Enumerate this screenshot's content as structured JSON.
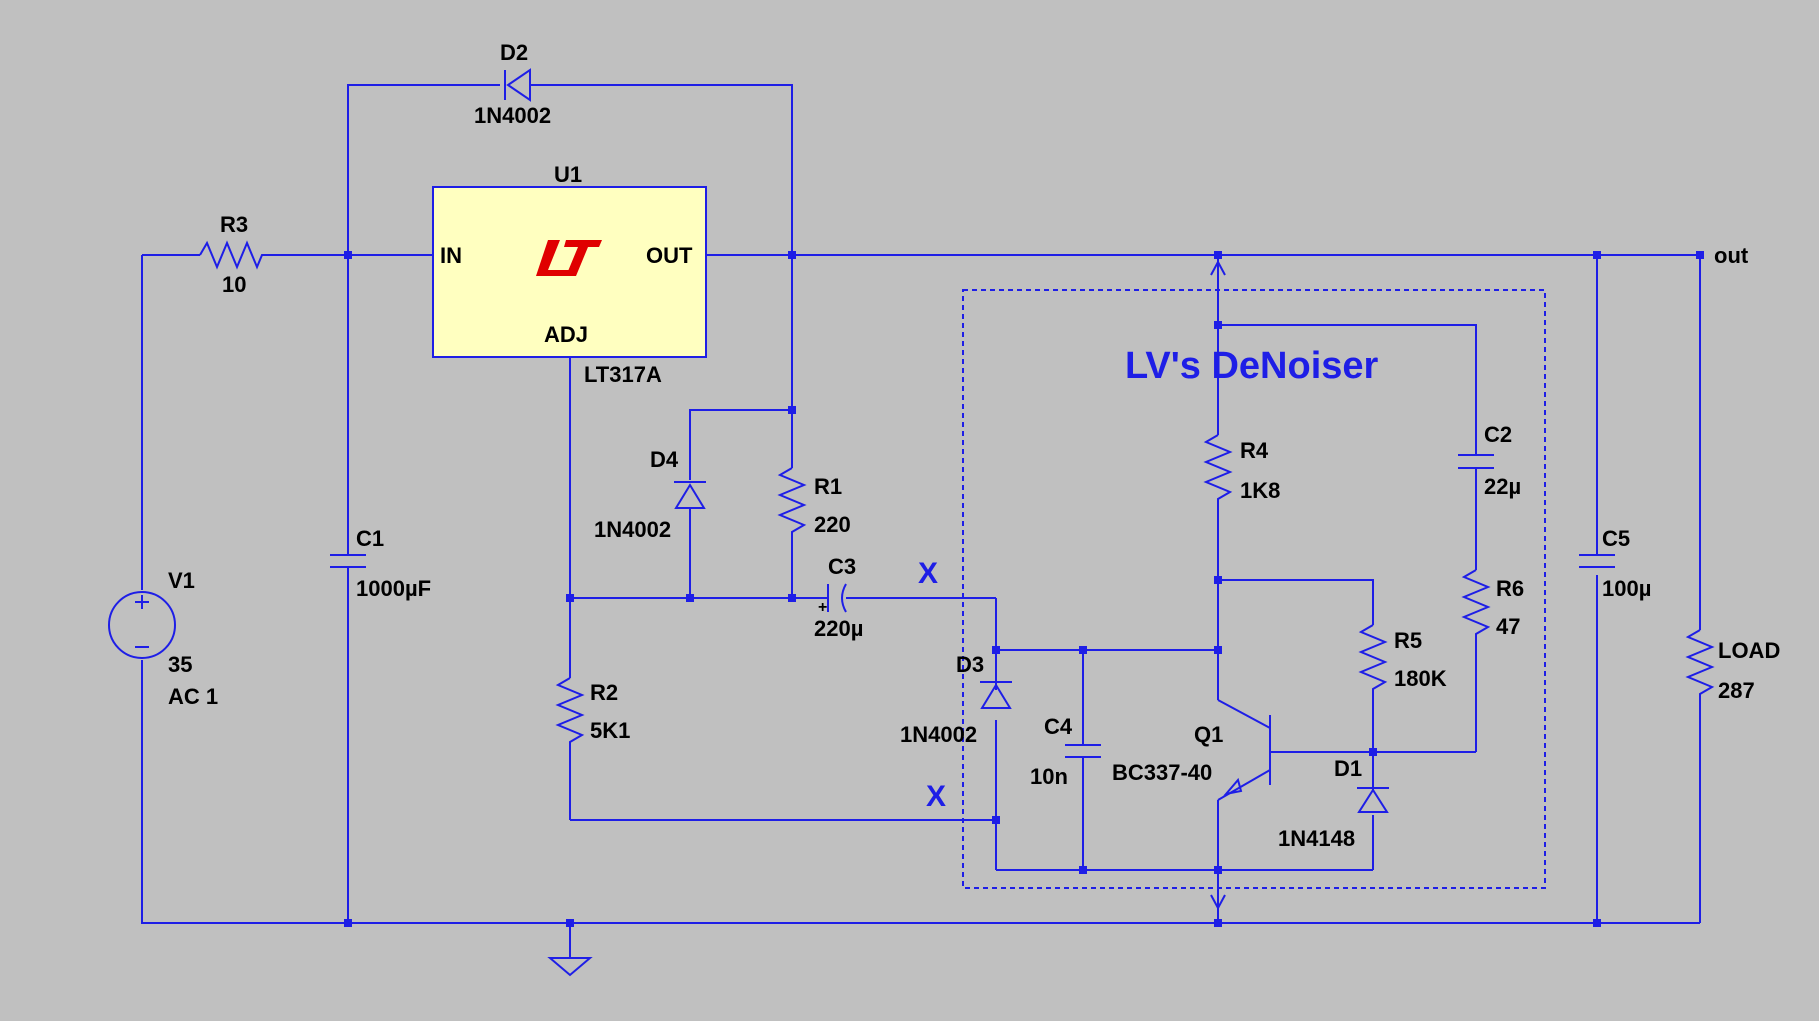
{
  "title": "LV's DeNoiser",
  "colors": {
    "background": "#c0c0c0",
    "wire": "#1e1ee6",
    "regulator_fill": "#ffffc0",
    "logo": "#e00000"
  },
  "components": {
    "d2": {
      "ref": "D2",
      "part": "1N4002"
    },
    "r3": {
      "ref": "R3",
      "value": "10"
    },
    "u1": {
      "ref": "U1",
      "part": "LT317A",
      "pin_in": "IN",
      "pin_out": "OUT",
      "pin_adj": "ADJ"
    },
    "v1": {
      "ref": "V1",
      "value": "35",
      "spec": "AC 1"
    },
    "c1": {
      "ref": "C1",
      "value": "1000µF"
    },
    "d4": {
      "ref": "D4",
      "part": "1N4002"
    },
    "r1": {
      "ref": "R1",
      "value": "220"
    },
    "c3": {
      "ref": "C3",
      "value": "220µ"
    },
    "r2": {
      "ref": "R2",
      "value": "5K1"
    },
    "d3": {
      "ref": "D3",
      "part": "1N4002"
    },
    "c4": {
      "ref": "C4",
      "value": "10n"
    },
    "r4": {
      "ref": "R4",
      "value": "1K8"
    },
    "c2": {
      "ref": "C2",
      "value": "22µ"
    },
    "r6": {
      "ref": "R6",
      "value": "47"
    },
    "r5": {
      "ref": "R5",
      "value": "180K"
    },
    "q1": {
      "ref": "Q1",
      "part": "BC337-40"
    },
    "d1": {
      "ref": "D1",
      "part": "1N4148"
    },
    "c5": {
      "ref": "C5",
      "value": "100µ"
    },
    "load": {
      "ref": "LOAD",
      "value": "287"
    }
  },
  "net_out": "out",
  "break_marks": [
    "X",
    "X"
  ]
}
